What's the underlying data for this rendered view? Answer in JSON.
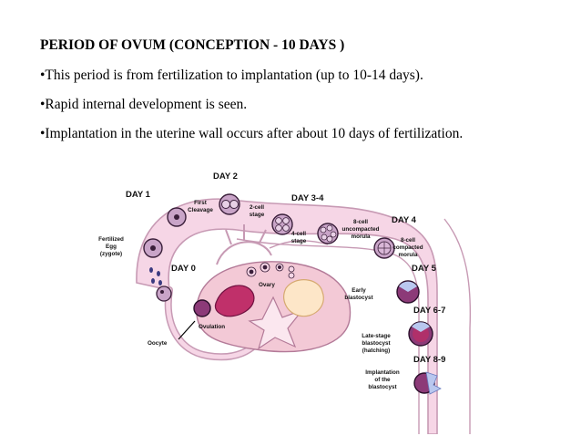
{
  "slide": {
    "title": "PERIOD OF OVUM (CONCEPTION - 10 DAYS )",
    "bullets": [
      "•This period is from fertilization to implantation (up to 10-14 days).",
      "•Rapid internal development is seen.",
      "•Implantation in the uterine wall occurs after about 10 days of fertilization."
    ]
  },
  "diagram": {
    "days": {
      "day0": "DAY 0",
      "day1": "DAY 1",
      "day2": "DAY 2",
      "day34": "DAY 3-4",
      "day4": "DAY 4",
      "day5": "DAY 5",
      "day67": "DAY 6-7",
      "day89": "DAY 8-9"
    },
    "labels": {
      "fertilized": [
        "Fertilized",
        "Egg",
        "(zygote)"
      ],
      "first_cleavage": [
        "First",
        "Cleavage"
      ],
      "two_cell": [
        "2-cell",
        "stage"
      ],
      "four_cell": [
        "4-cell",
        "stage"
      ],
      "eight_uncompacted": [
        "8-cell",
        "uncompacted",
        "morula"
      ],
      "eight_compacted": [
        "8-cell",
        "compacted",
        "morula"
      ],
      "early_blastocyst": [
        "Early",
        "blastocyst"
      ],
      "late_blastocyst": [
        "Late-stage",
        "blastocyst",
        "(hatching)"
      ],
      "implantation": [
        "Implantation",
        "of the",
        "blastocyst"
      ],
      "ovary": "Ovary",
      "ovulation": "Ovulation",
      "oocyte": "Oocyte"
    },
    "colors": {
      "tube_fill": "#f6d6e6",
      "tube_stroke": "#c79ab4",
      "cell_fill": "#c9a4c8",
      "cell_stroke": "#3a1f3a",
      "ovary_fill": "#f3c9d6",
      "corpus_fill": "#c0306a",
      "blastocyst_fill": "#8c3a78",
      "inner_mass": "#b9c7ef",
      "follicle_fill": "#fde6c8"
    }
  }
}
